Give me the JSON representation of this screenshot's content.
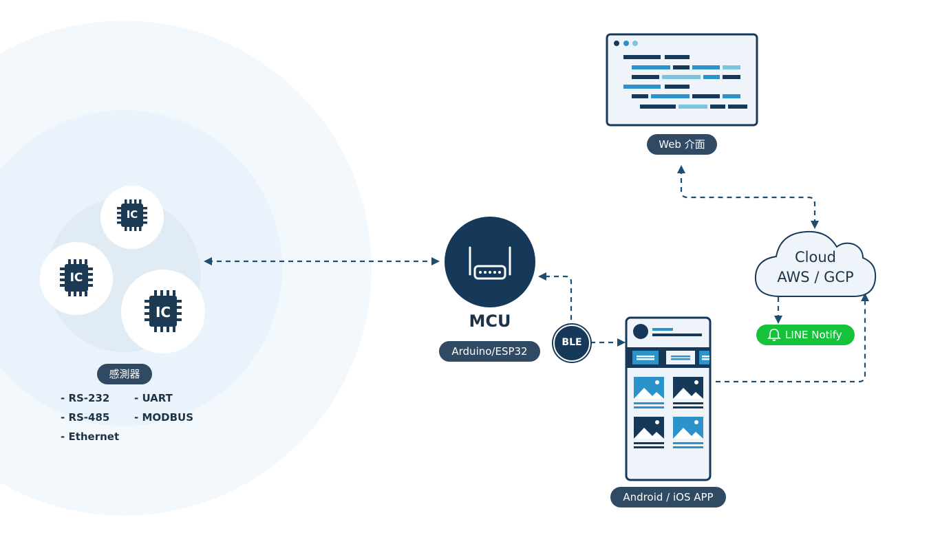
{
  "sensor": {
    "label": "感測器",
    "chip_label": "IC",
    "protocols": [
      "- RS-232",
      "- UART",
      "- RS-485",
      "- MODBUS",
      "- Ethernet"
    ]
  },
  "mcu": {
    "title": "MCU",
    "subtitle": "Arduino/ESP32"
  },
  "ble": {
    "label": "BLE"
  },
  "web": {
    "label": "Web 介面"
  },
  "cloud": {
    "line1": "Cloud",
    "line2": "AWS / GCP"
  },
  "line_notify": {
    "label": "LINE Notify"
  },
  "app": {
    "label": "Android / iOS APP"
  },
  "colors": {
    "navy": "#16395a",
    "dark": "#2f4a62",
    "accent": "#2b93c9",
    "light_accent": "#7ec4df",
    "green": "#16c23a"
  }
}
